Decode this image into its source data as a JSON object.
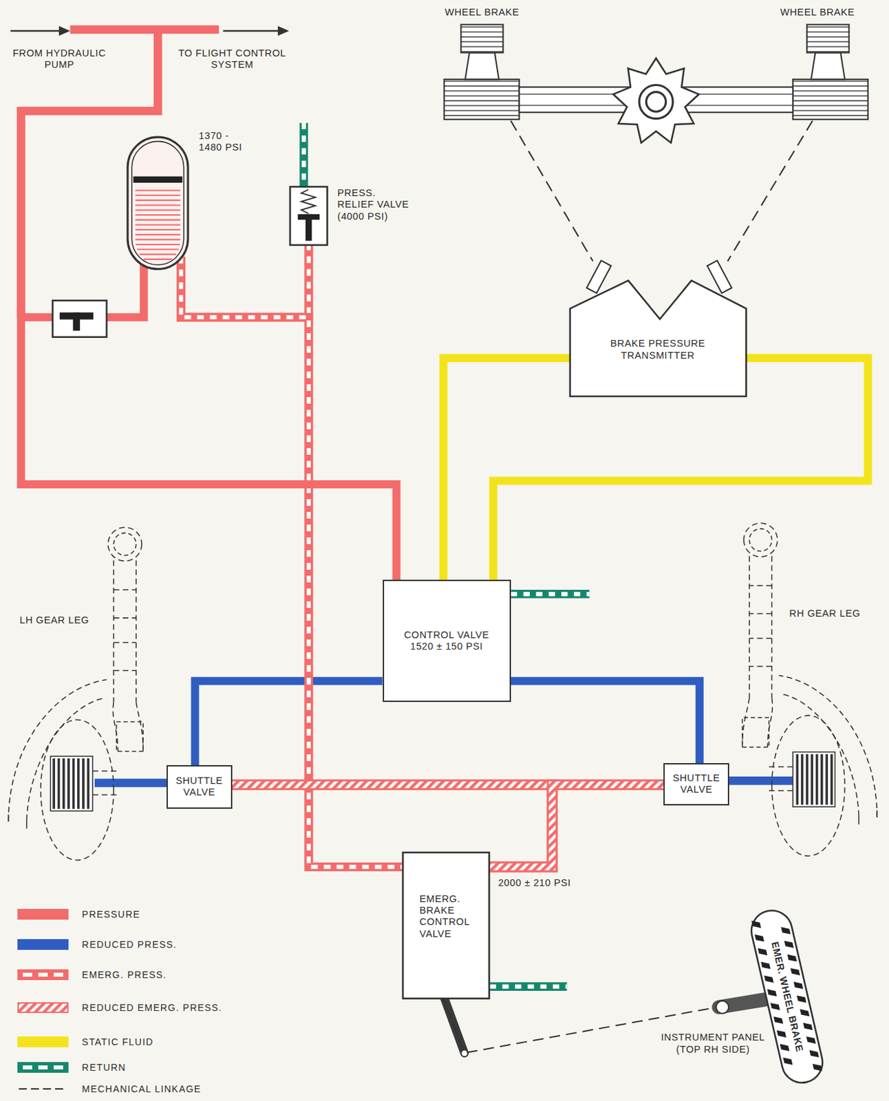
{
  "diagram": {
    "nodes": [
      {
        "text": [
          "1370 - 1480 PSI"
        ]
      },
      {
        "text": [
          "PRESS. RELIEF VALVE (4000 PSI)"
        ]
      },
      {
        "text": [
          "BRAKE PRESSURE TRANSMITTER"
        ]
      },
      {
        "text": [
          "CONTROL VALVE",
          "1520 ± 150 PSI"
        ]
      },
      {
        "text": [
          "SHUTTLE VALVE"
        ]
      },
      {
        "text": [
          "SHUTTLE VALVE"
        ]
      },
      {
        "text": [
          "EMERG. BRAKE CONTROL VALVE"
        ]
      },
      {
        "text": [
          "EMER. WHEEL BRAKE"
        ]
      }
    ],
    "edges": [
      {
        "from": 0,
        "to": 1,
        "arrow": "none"
      },
      {
        "from": 0,
        "to": 6,
        "arrow": "none"
      },
      {
        "from": 0,
        "to": 3,
        "arrow": "none"
      },
      {
        "from": 3,
        "to": 2,
        "arrow": "none"
      },
      {
        "from": 3,
        "to": 2,
        "arrow": "none"
      },
      {
        "from": 3,
        "to": 4,
        "arrow": "none"
      },
      {
        "from": 3,
        "to": 5,
        "arrow": "none"
      },
      {
        "from": 6,
        "to": 4,
        "arrow": "none"
      },
      {
        "from": 6,
        "to": 5,
        "arrow": "none"
      },
      {
        "from": 7,
        "to": 6,
        "arrow": "none"
      }
    ],
    "labels": [
      "FROM HYDRAULIC PUMP",
      "TO FLIGHT CONTROL SYSTEM",
      "WHEEL BRAKE",
      "WHEEL BRAKE",
      "LH GEAR LEG",
      "RH GEAR LEG",
      "2000 ± 210 PSI",
      "INSTRUMENT PANEL (TOP RH SIDE)"
    ],
    "legend": [
      {
        "text": "PRESSURE",
        "color": "#f36b6b"
      },
      {
        "text": "REDUCED PRESS.",
        "color": "#2f5dc2"
      },
      {
        "text": "EMERG. PRESS."
      },
      {
        "text": "REDUCED EMERG. PRESS."
      },
      {
        "text": "STATIC FLUID",
        "color": "#f3e31c"
      },
      {
        "text": "RETURN"
      },
      {
        "text": "MECHANICAL LINKAGE"
      }
    ]
  }
}
